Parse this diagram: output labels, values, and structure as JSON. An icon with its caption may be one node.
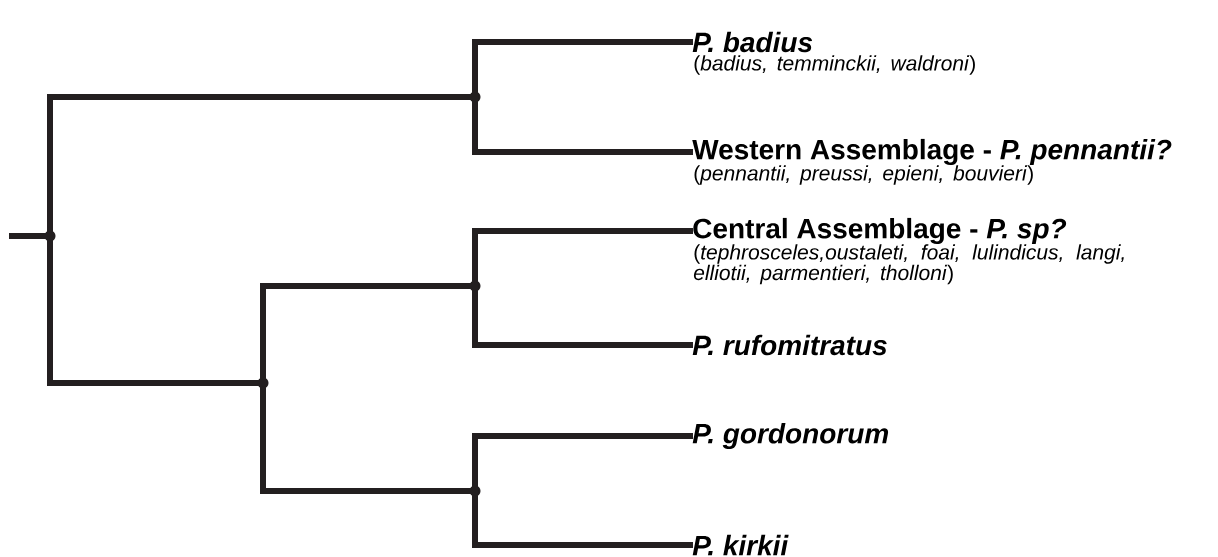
{
  "diagram": {
    "nodes": [
      {
        "text": [],
        "shape": "point"
      },
      {
        "text": [],
        "shape": "point"
      },
      {
        "text": [
          "*P. badius*"
        ],
        "beside": [
          "(*badius, temminckii, waldroni*)"
        ]
      },
      {
        "text": [
          "Western Assemblage - *P. pennantii?*"
        ],
        "beside": [
          "(*pennantii, preussi, epieni, bouvieri*)"
        ]
      },
      {
        "text": [],
        "shape": "point"
      },
      {
        "text": [],
        "shape": "point"
      },
      {
        "text": [
          "Central Assemblage - *P. sp?*"
        ],
        "beside": [
          "(*tephrosceles,oustaleti, foai, lulindicus, langi, elliotii, parmentieri, tholloni*)"
        ]
      },
      {
        "text": [
          "*P. rufomitratus*"
        ]
      },
      {
        "text": [],
        "shape": "point"
      },
      {
        "text": [
          "*P. gordonorum*"
        ]
      },
      {
        "text": [
          "*P. kirkii*"
        ]
      }
    ],
    "edges": [
      {
        "from": null,
        "to": 0,
        "arrow": "none"
      },
      {
        "from": 0,
        "to": 1,
        "arrow": "none"
      },
      {
        "from": 1,
        "to": 2,
        "arrow": "none"
      },
      {
        "from": 1,
        "to": 3,
        "arrow": "none"
      },
      {
        "from": 0,
        "to": 4,
        "arrow": "none"
      },
      {
        "from": 4,
        "to": 5,
        "arrow": "none"
      },
      {
        "from": 5,
        "to": 6,
        "arrow": "none"
      },
      {
        "from": 5,
        "to": 7,
        "arrow": "none"
      },
      {
        "from": 4,
        "to": 8,
        "arrow": "none"
      },
      {
        "from": 8,
        "to": 9,
        "arrow": "none"
      },
      {
        "from": 8,
        "to": 10,
        "arrow": "none"
      }
    ]
  }
}
